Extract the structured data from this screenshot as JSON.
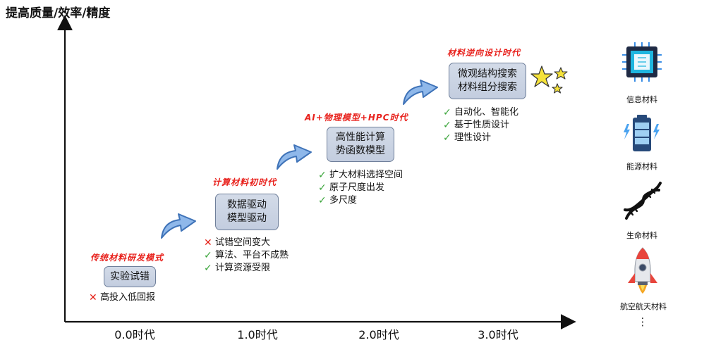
{
  "axis": {
    "y_title": "提高质量/效率/精度",
    "x_ticks": [
      "0.0时代",
      "1.0时代",
      "2.0时代",
      "3.0时代"
    ]
  },
  "eras": [
    {
      "label": "传统材料研发模式",
      "box_lines": [
        "实验试错"
      ],
      "bullets": [
        {
          "mark": "cross",
          "text": "高投入低回报"
        }
      ]
    },
    {
      "label": "计算材料初时代",
      "box_lines": [
        "数据驱动",
        "模型驱动"
      ],
      "bullets": [
        {
          "mark": "cross",
          "text": "试错空间变大"
        },
        {
          "mark": "check",
          "text": "算法、平台不成熟"
        },
        {
          "mark": "check",
          "text": "计算资源受限"
        }
      ]
    },
    {
      "label": "AI+物理模型+HPC时代",
      "box_lines": [
        "高性能计算",
        "势函数模型"
      ],
      "bullets": [
        {
          "mark": "check",
          "text": "扩大材料选择空间"
        },
        {
          "mark": "check",
          "text": "原子尺度出发"
        },
        {
          "mark": "check",
          "text": "多尺度"
        }
      ]
    },
    {
      "label": "材料逆向设计时代",
      "box_lines": [
        "微观结构搜索",
        "材料组分搜索"
      ],
      "bullets": [
        {
          "mark": "check",
          "text": "自动化、智能化"
        },
        {
          "mark": "check",
          "text": "基于性质设计"
        },
        {
          "mark": "check",
          "text": "理性设计"
        }
      ]
    }
  ],
  "marks": {
    "check": "✓",
    "cross": "✕"
  },
  "side_panel": {
    "items": [
      {
        "label": "信息材料",
        "icon": "chip-icon"
      },
      {
        "label": "能源材料",
        "icon": "battery-icon"
      },
      {
        "label": "生命材料",
        "icon": "dna-icon"
      },
      {
        "label": "航空航天材料",
        "icon": "rocket-icon"
      }
    ],
    "more": "⋮"
  },
  "colors": {
    "era_label": "#e8211c",
    "box_fill": "#c9d2e3",
    "box_border": "#6f7f9a",
    "check": "#3ba53b",
    "cross": "#e52218",
    "arrow_fill": "#8fb8ea",
    "arrow_stroke": "#3f73b8",
    "star": "#f5e23a"
  }
}
